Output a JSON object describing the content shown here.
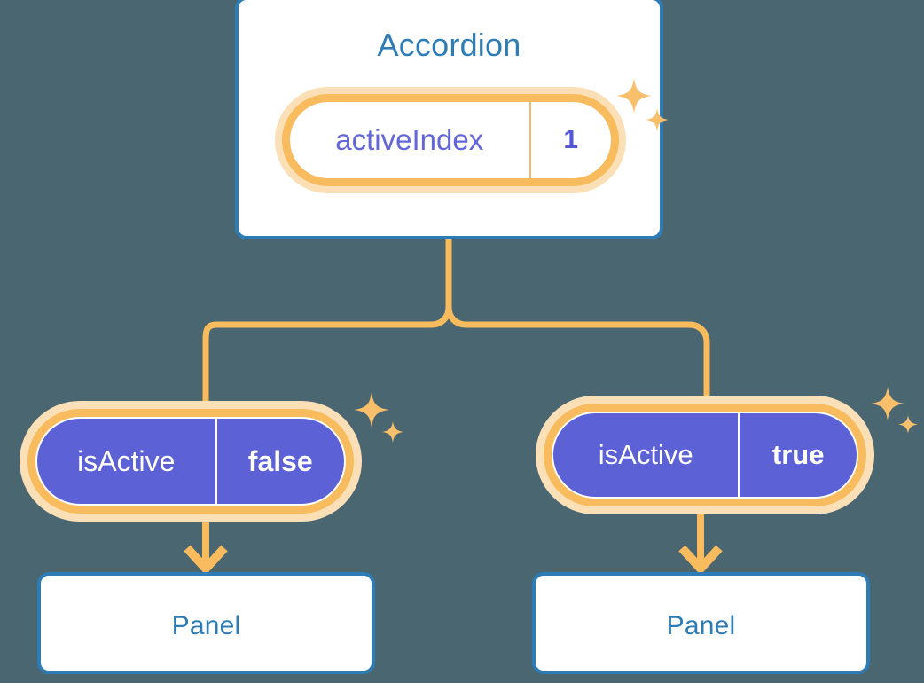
{
  "theme": {
    "background": "#4a6670",
    "card_border": "#2d7cb5",
    "card_fill": "#ffffff",
    "title_text": "#2d7cb5",
    "pill_ring": "#f8bb5e",
    "pill_glow": "#fbe0b7",
    "pill_solid_fill": "#5c62d6",
    "pill_key_text": "#6366d8",
    "pill_value_text": "#5358d4",
    "connector": "#f8bb5e",
    "sparkle": "#f9bf6b"
  },
  "diagram": {
    "type": "component-state-tree",
    "root": {
      "name": "accordion-card",
      "title": "Accordion",
      "state": {
        "key": "activeIndex",
        "value": "1",
        "style": "light",
        "highlighted": true
      }
    },
    "branches": [
      {
        "name": "branch-left",
        "state": {
          "key": "isActive",
          "value": "false",
          "style": "solid",
          "highlighted": true
        },
        "child": {
          "name": "panel-left",
          "title": "Panel"
        }
      },
      {
        "name": "branch-right",
        "state": {
          "key": "isActive",
          "value": "true",
          "style": "solid",
          "highlighted": true
        },
        "child": {
          "name": "panel-right",
          "title": "Panel"
        }
      }
    ],
    "icons": {
      "sparkle": "sparkle-icon",
      "arrow": "arrow-down-icon"
    }
  }
}
